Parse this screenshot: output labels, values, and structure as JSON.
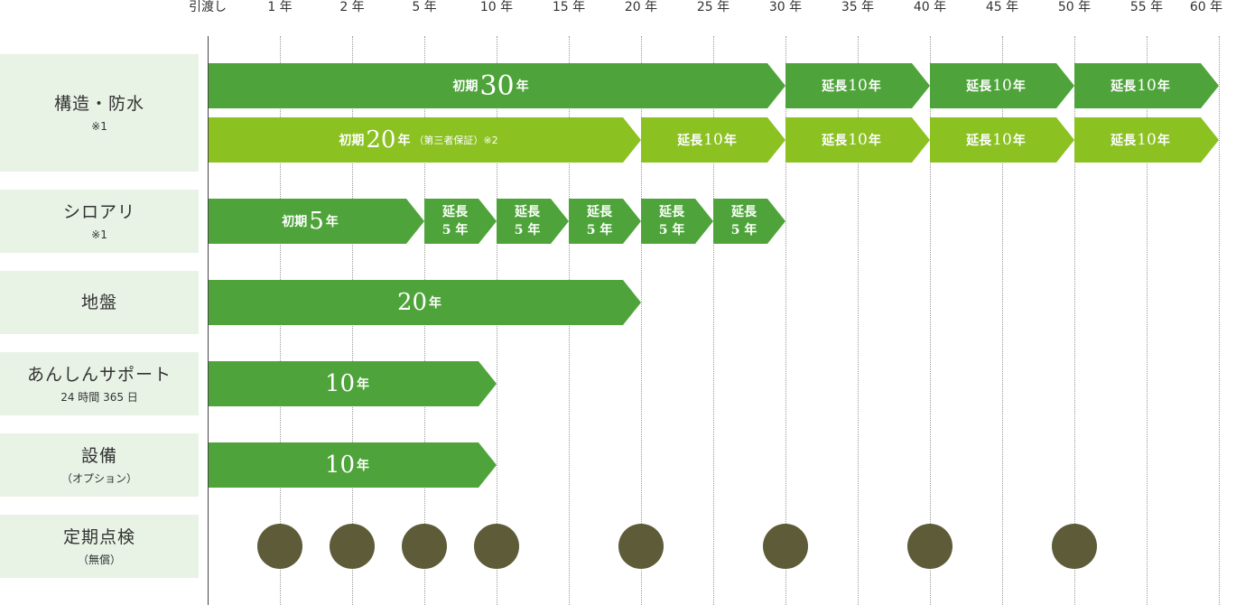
{
  "axis": {
    "ticks": [
      "引渡し",
      "1 年",
      "2 年",
      "5 年",
      "10 年",
      "15 年",
      "20 年",
      "25 年",
      "30 年",
      "35 年",
      "40 年",
      "45 年",
      "50 年",
      "55 年",
      "60 年"
    ]
  },
  "rows": {
    "structure": {
      "title": "構造・防水",
      "sub": "※1"
    },
    "termite": {
      "title": "シロアリ",
      "sub": "※1"
    },
    "ground": {
      "title": "地盤",
      "sub": ""
    },
    "support": {
      "title": "あんしんサポート",
      "sub": "24 時間 365 日"
    },
    "equipment": {
      "title": "設備",
      "sub": "（オプション）"
    },
    "inspection": {
      "title": "定期点検",
      "sub": "（無償）"
    }
  },
  "bars": {
    "initial_label": "初期",
    "year_unit": "年",
    "extend_label": "延長",
    "structure_a_initial": "30",
    "structure_b_initial": "20",
    "structure_b_note": "（第三者保証）※2",
    "extend_10": "10",
    "termite_initial": "5",
    "extend_5": "5",
    "ground_years": "20",
    "support_years": "10",
    "equipment_years": "10"
  },
  "colors": {
    "primary_green": "#4ea43a",
    "light_green": "#8bc121",
    "label_bg": "#e8f3e6",
    "dot": "#5d5b38"
  }
}
